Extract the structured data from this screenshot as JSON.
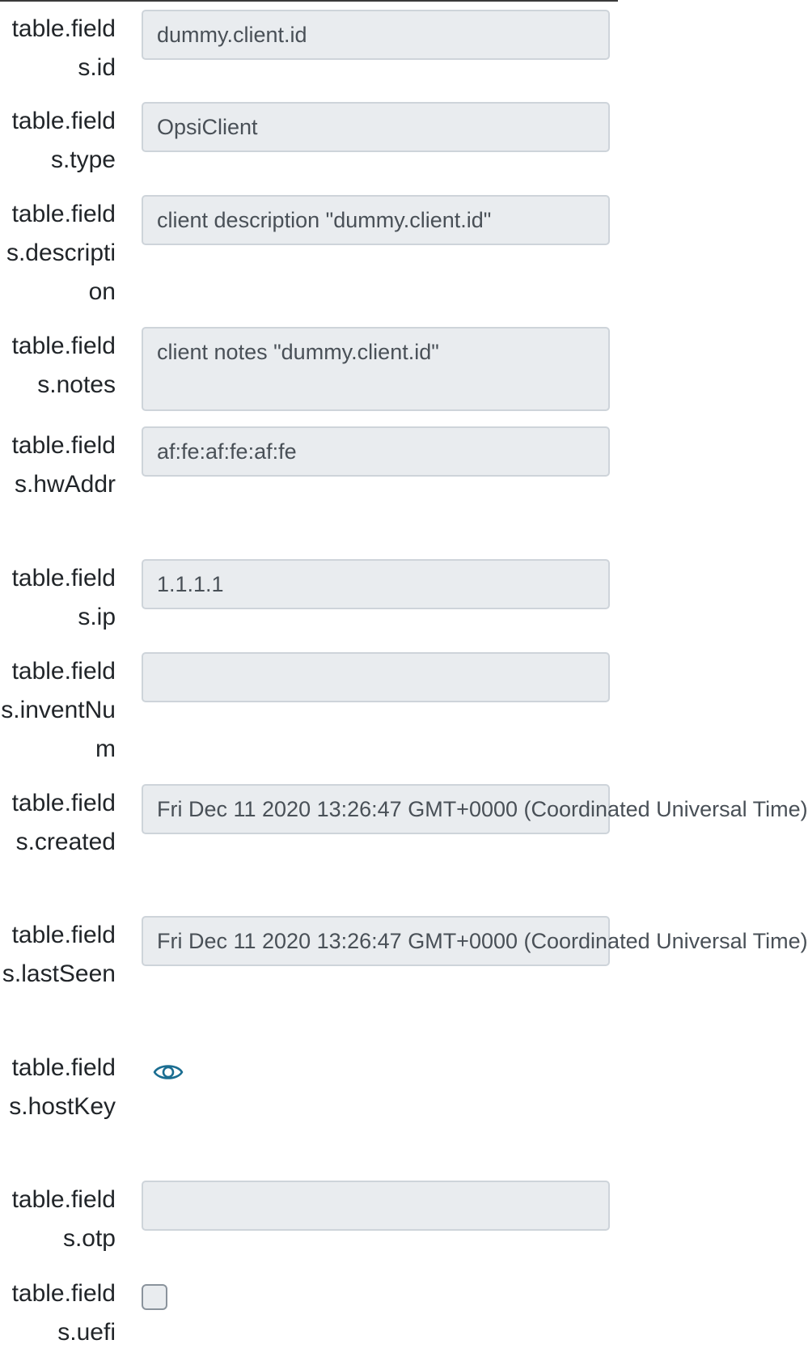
{
  "fields": {
    "id": {
      "label": "table.fields.id",
      "value": "dummy.client.id"
    },
    "type": {
      "label": "table.fields.type",
      "value": "OpsiClient"
    },
    "description": {
      "label": "table.fields.description",
      "value": "client description \"dummy.client.id\""
    },
    "notes": {
      "label": "table.fields.notes",
      "value": "client notes \"dummy.client.id\""
    },
    "hwAddr": {
      "label": "table.fields.hwAddr",
      "value": "af:fe:af:fe:af:fe"
    },
    "ip": {
      "label": "table.fields.ip",
      "value": "1.1.1.1"
    },
    "inventNum": {
      "label": "table.fields.inventNum",
      "value": ""
    },
    "created": {
      "label": "table.fields.created",
      "value": "Fri Dec 11 2020 13:26:47 GMT+0000 (Coordinated Universal Time)"
    },
    "lastSeen": {
      "label": "table.fields.lastSeen",
      "value": "Fri Dec 11 2020 13:26:47 GMT+0000 (Coordinated Universal Time)"
    },
    "hostKey": {
      "label": "table.fields.hostKey",
      "icon": "eye-icon"
    },
    "otp": {
      "label": "table.fields.otp",
      "value": ""
    },
    "uefi": {
      "label": "table.fields.uefi",
      "checked": false
    }
  },
  "colors": {
    "field_bg": "#e9ecef",
    "field_border": "#ced4da",
    "field_text": "#495057",
    "label_text": "#212529",
    "eye_icon": "#1a6d91"
  }
}
